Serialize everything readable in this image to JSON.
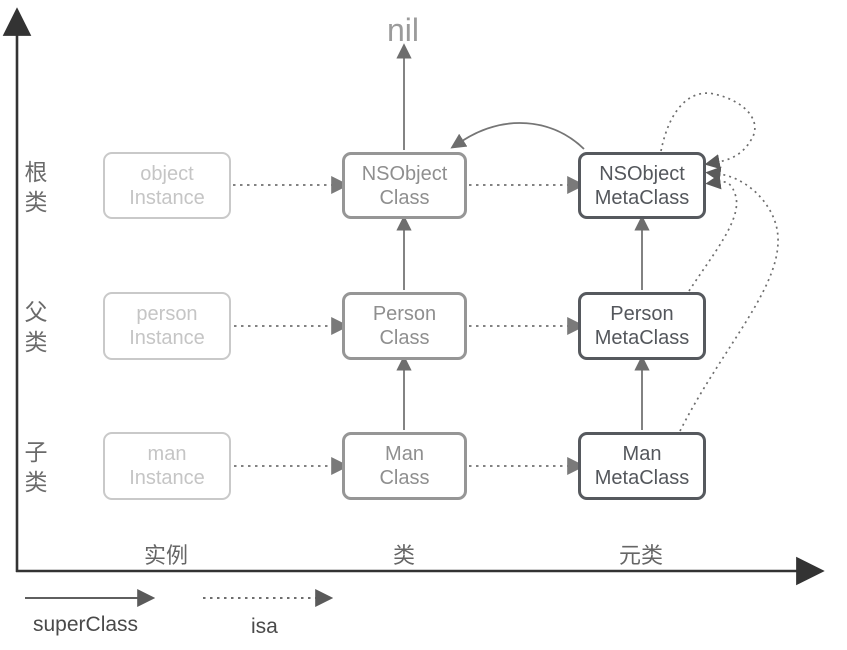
{
  "nil_label": "nil",
  "y_axis": {
    "labels": [
      "根\n类",
      "父\n类",
      "子\n类"
    ]
  },
  "x_axis": {
    "labels": [
      "实例",
      "类",
      "元类"
    ]
  },
  "nodes": {
    "object_instance": "object\nInstance",
    "person_instance": "person\nInstance",
    "man_instance": "man\nInstance",
    "nsobject_class": "NSObject\nClass",
    "person_class": "Person\nClass",
    "man_class": "Man\nClass",
    "nsobject_metaclass": "NSObject\nMetaClass",
    "person_metaclass": "Person\nMetaClass",
    "man_metaclass": "Man\nMetaClass"
  },
  "legend": {
    "superclass_label": "superClass",
    "isa_label": "isa"
  },
  "edges": {
    "superclass_solid": [
      "ManClass->PersonClass",
      "PersonClass->NSObjectClass",
      "NSObjectClass->nil",
      "ManMetaClass->PersonMetaClass",
      "PersonMetaClass->NSObjectMetaClass",
      "NSObjectMetaClass->NSObjectClass"
    ],
    "isa_dotted": [
      "objectInstance->NSObjectClass",
      "personInstance->PersonClass",
      "manInstance->ManClass",
      "NSObjectClass->NSObjectMetaClass",
      "PersonClass->PersonMetaClass",
      "ManClass->ManMetaClass",
      "NSObjectMetaClass->NSObjectMetaClass",
      "PersonMetaClass->NSObjectMetaClass",
      "ManMetaClass->NSObjectMetaClass"
    ]
  },
  "colors": {
    "axis": "#333333",
    "instance_border": "#c9c9c9",
    "instance_text": "#c5c5c5",
    "class_border": "#969696",
    "class_text": "#8f8f8f",
    "metaclass_border": "#56595e",
    "metaclass_text": "#54575c",
    "solid_arrow": "#757575",
    "dotted_arrow": "#828282",
    "curve_dotted": "#6e6e6e",
    "axis_label_text": "#666666",
    "nil_text": "#9b9b9b",
    "legend_text": "#4a4a4a"
  }
}
